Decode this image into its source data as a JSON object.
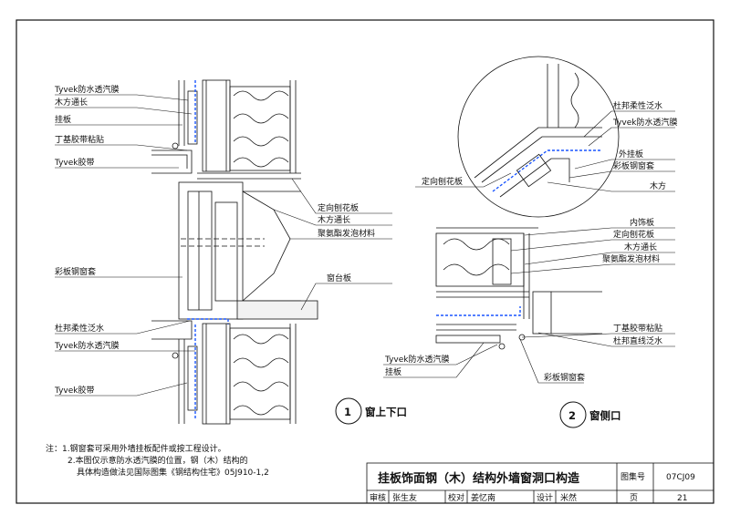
{
  "colors": {
    "ink": "#111111",
    "membrane": "#1a55ff",
    "panel_fill": "#f2f2f2"
  },
  "left_detail": {
    "labels_left": [
      "Tyvek防水透汽膜",
      "木方通长",
      "挂板",
      "丁基胶带粘贴",
      "Tyvek胶带",
      "彩板钢窗套",
      "杜邦柔性泛水",
      "Tyvek防水透汽膜",
      "Tyvek胶带"
    ],
    "labels_right": [
      "定向刨花板",
      "木方通长",
      "聚氨酯发泡材料",
      "窗台板"
    ],
    "number": "1",
    "caption": "窗上下口"
  },
  "circle_detail": {
    "labels_right": [
      "杜邦柔性泛水",
      "Tyvek防水透汽膜",
      "外挂板",
      "彩板钢窗套",
      "木方"
    ],
    "label_left": "定向刨花板"
  },
  "right_detail": {
    "labels_right_top": [
      "内饰板",
      "定向刨花板",
      "木方通长",
      "聚氨酯发泡材料"
    ],
    "labels_right_bottom": [
      "丁基胶带粘贴",
      "杜邦直线泛水"
    ],
    "labels_left": [
      "Tyvek防水透汽膜",
      "挂板"
    ],
    "label_bottom": "彩板钢窗套",
    "number": "2",
    "caption": "窗侧口"
  },
  "notes": [
    "注：1.钢窗套可采用外墙挂板配件或按工程设计。",
    "2.本图仅示意防水透汽膜的位置，钢（木）结构的",
    "具体构造做法见国际图集《钢结构住宅》05J910-1,2"
  ],
  "title_block": {
    "title": "挂板饰面钢（木）结构外墙窗洞口构造",
    "atlas_label": "图集号",
    "atlas_no": "07CJ09",
    "review_label": "审核",
    "reviewer": "张生友",
    "check_label": "校对",
    "checker": "姜忆南",
    "design_label": "设计",
    "designer": "米然",
    "page_label": "页",
    "page_no": "21"
  }
}
